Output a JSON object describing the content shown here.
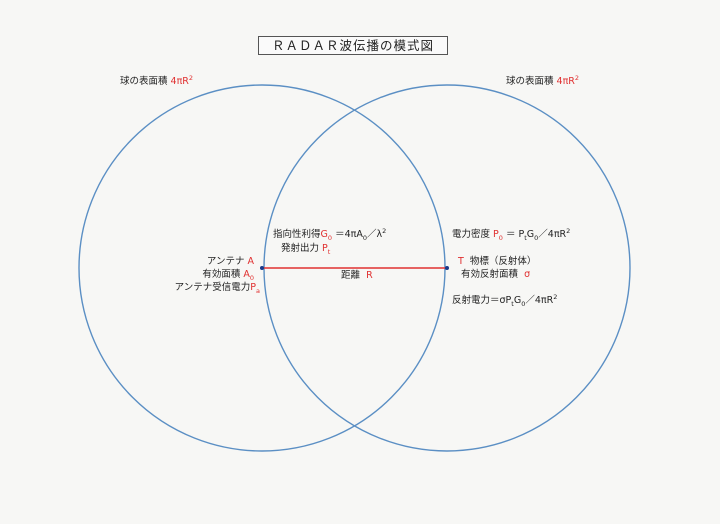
{
  "title": "ＲＡＤＡＲ波伝播の模式図",
  "left_surface": {
    "label": "球の表面積",
    "value": "4πR",
    "exp": "2"
  },
  "right_surface": {
    "label": "球の表面積",
    "value": "4πR",
    "exp": "2"
  },
  "gain": {
    "label": "指向性利得",
    "sym": "G",
    "sub": "0",
    "eq": "＝4πA",
    "eq_sub": "0",
    "eq_rest": "／λ",
    "eq_exp": "2"
  },
  "tx_power": {
    "label": "発射出力",
    "sym": "P",
    "sub": "t"
  },
  "antenna": {
    "label": "アンテナ",
    "sym": "A"
  },
  "effective_area": {
    "label": "有効面積",
    "sym": "A",
    "sub": "0"
  },
  "received_power": {
    "label": "アンテナ受信電力",
    "sym": "P",
    "sub": "a"
  },
  "distance": {
    "label": "距離",
    "sym": "R"
  },
  "power_density": {
    "label": "電力密度",
    "sym": "P",
    "sub": "0",
    "eq": "＝ P",
    "eq_sub1": "t",
    "eq_mid": "G",
    "eq_sub2": "0",
    "eq_rest": "／4πR",
    "eq_exp": "2"
  },
  "target": {
    "sym": "T",
    "label": "物標（反射体）"
  },
  "rcs": {
    "label": "有効反射面積",
    "sym": "σ"
  },
  "reflected_power": {
    "label": "反射電力＝σP",
    "sub1": "t",
    "mid": "G",
    "sub2": "0",
    "rest": "／4πR",
    "exp": "2"
  },
  "colors": {
    "circle": "#5b8fc4",
    "line": "#e03030",
    "accent": "#e03030"
  }
}
